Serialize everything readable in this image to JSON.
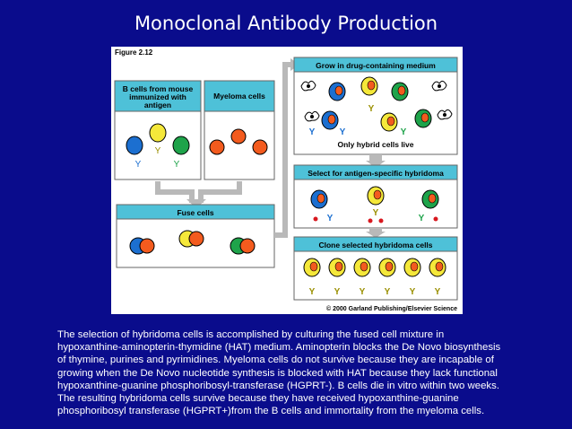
{
  "slide": {
    "title": "Monoclonal Antibody Production"
  },
  "figure": {
    "label": "Figure 2.12",
    "b_cells_label_lines": [
      "B cells from mouse",
      "immunized with",
      "antigen"
    ],
    "myeloma_label": "Myeloma cells",
    "fuse_label": "Fuse cells",
    "grow_label": "Grow in drug-containing medium",
    "hybrid_live_label": "Only hybrid cells live",
    "select_label": "Select for antigen-specific hybridoma",
    "clone_label": "Clone selected hybridoma cells",
    "credit": "© 2000 Garland Publishing/Elsevier Science",
    "colors": {
      "panel_header": "#4ec1d8",
      "cell_blue": "#1c6fd0",
      "cell_yellow": "#f5e83a",
      "cell_green": "#1ea34a",
      "cell_orange": "#f35b1e",
      "cell_red": "#d8181f",
      "arrow_gray": "#b9b9b9"
    }
  },
  "description": {
    "lines": [
      "The selection of hybridoma cells is accomplished by culturing the fused cell mixture in",
      "hypoxanthine-aminopterin-thymidine (HAT) medium. Aminopterin blocks the De Novo biosynthesis",
      "of thymine, purines and pyrimidines.  Myeloma cells do not survive because they are incapable of",
      "growing when the De Novo nucleotide synthesis is blocked with HAT because they lack functional",
      "hypoxanthine-guanine phosphoribosyl-transferase (HGPRT-). B cells die in vitro within two weeks.",
      "The resulting hybridoma cells survive because they have received hypoxanthine-guanine",
      "phosphoribosyl transferase (HGPRT+)from the B cells and immortality from the myeloma cells."
    ]
  }
}
